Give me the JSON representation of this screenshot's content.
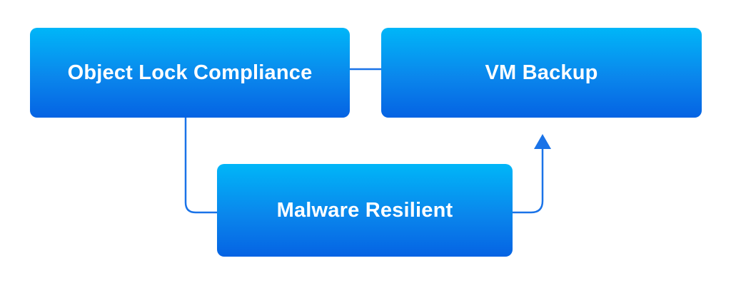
{
  "diagram": {
    "nodes": [
      {
        "id": "object-lock",
        "label": "Object Lock Compliance"
      },
      {
        "id": "vm-backup",
        "label": "VM Backup"
      },
      {
        "id": "malware-resilient",
        "label": "Malware Resilient"
      }
    ],
    "edges": [
      {
        "from": "object-lock",
        "to": "vm-backup",
        "arrow": false
      },
      {
        "from": "object-lock",
        "to": "malware-resilient",
        "arrow": false
      },
      {
        "from": "malware-resilient",
        "to": "vm-backup",
        "arrow": true
      }
    ],
    "colors": {
      "box_top": "#00b6f8",
      "box_bottom": "#0563e3",
      "connector": "#1a73e8",
      "label": "#ffffff"
    }
  }
}
